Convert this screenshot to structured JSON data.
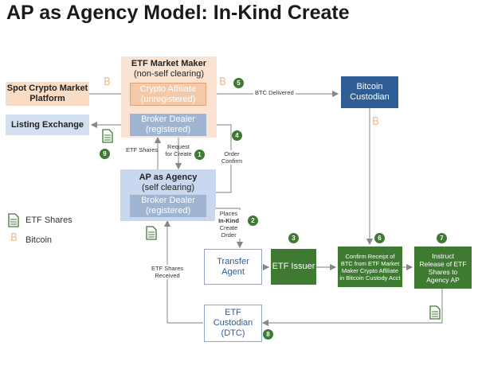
{
  "title": "AP as Agency Model: In-Kind Create",
  "nodes": {
    "etf_market_maker": {
      "title": "ETF Market Maker",
      "subtitle": "(non-self clearing)"
    },
    "crypto_affiliate": {
      "line1": "Crypto Affiliate",
      "line2": "(unregistered)"
    },
    "broker_dealer_mm": {
      "line1": "Broker Dealer",
      "line2": "(registered)"
    },
    "spot_platform": {
      "line1": "Spot Crypto Market",
      "line2": "Platform"
    },
    "listing_exchange": {
      "label": "Listing Exchange"
    },
    "bitcoin_custodian": {
      "line1": "Bitcoin",
      "line2": "Custodian"
    },
    "ap_agency": {
      "title": "AP as Agency",
      "subtitle": "(self clearing)"
    },
    "broker_dealer_ap": {
      "line1": "Broker Dealer",
      "line2": "(registered)"
    },
    "transfer_agent": {
      "line1": "Transfer",
      "line2": "Agent"
    },
    "etf_issuer": {
      "label": "ETF Issuer"
    },
    "confirm_receipt": {
      "line1": "Confirm Receipt of",
      "line2": "BTC from ETF Market",
      "line3": "Maker Crypto Affiliate",
      "line4": "in Bitcoin Custody Acct"
    },
    "instruct_release": {
      "line1": "Instruct",
      "line2": "Release of ETF",
      "line3": "Shares to",
      "line4": "Agency AP"
    },
    "etf_custodian": {
      "line1": "ETF",
      "line2": "Custodian",
      "line3": "(DTC)"
    }
  },
  "edge_labels": {
    "btc_delivered": "BTC Delivered",
    "etf_shares": "ETF Shares",
    "request_line1": "Request",
    "request_line2": "for Create",
    "order_line1": "Order",
    "order_line2": "Confirm",
    "places_line1": "Places",
    "places_line2": "In-Kind",
    "places_line3": "Create",
    "places_line4": "Order",
    "shares_received_line1": "ETF Shares",
    "shares_received_line2": "Received"
  },
  "steps": [
    "1",
    "2",
    "3",
    "4",
    "5",
    "6",
    "7",
    "8",
    "9"
  ],
  "legend": {
    "etf_shares": "ETF Shares",
    "bitcoin": "Bitcoin"
  },
  "symbols": {
    "bitcoin": "B"
  },
  "colors": {
    "mm_bg": "#fbe3d2",
    "affiliate": "#f3c9a8",
    "broker": "#9fb4d1",
    "ap_bg": "#c9d8ee",
    "custodian": "#2e5e94",
    "green": "#3f7a33",
    "spot_bg": "#f9dcc6",
    "listing_bg": "#d4e0f0"
  }
}
